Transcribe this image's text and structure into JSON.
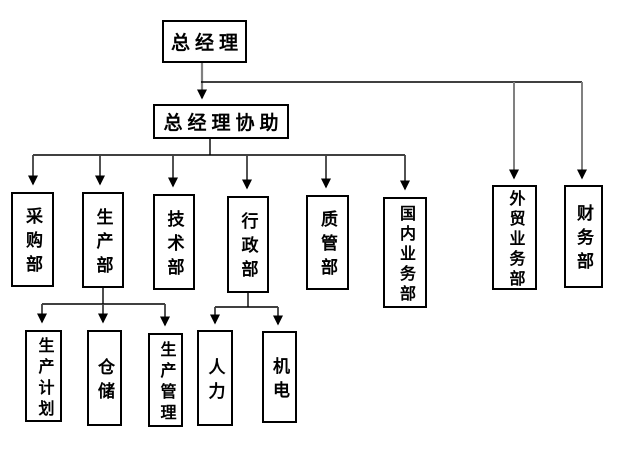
{
  "org_chart": {
    "root": {
      "label": "总经理"
    },
    "assistant": {
      "label": "总经理协助"
    },
    "assistant_departments": [
      {
        "label": "采购部"
      },
      {
        "label": "生产部",
        "children": [
          {
            "label": "生产计划"
          },
          {
            "label": "仓储"
          },
          {
            "label": "生产管理"
          }
        ]
      },
      {
        "label": "技术部"
      },
      {
        "label": "行政部",
        "children": [
          {
            "label": "人力"
          },
          {
            "label": "机电"
          }
        ]
      },
      {
        "label": "质管部"
      },
      {
        "label": "国内业务部"
      }
    ],
    "root_departments": [
      {
        "label": "外贸业务部"
      },
      {
        "label": "财务部"
      }
    ],
    "colors": {
      "background": "#ffffff",
      "box_border": "#000000",
      "text": "#000000",
      "line": "#000000",
      "arrow_shaft": "#808080",
      "arrowhead": "#000000"
    }
  }
}
